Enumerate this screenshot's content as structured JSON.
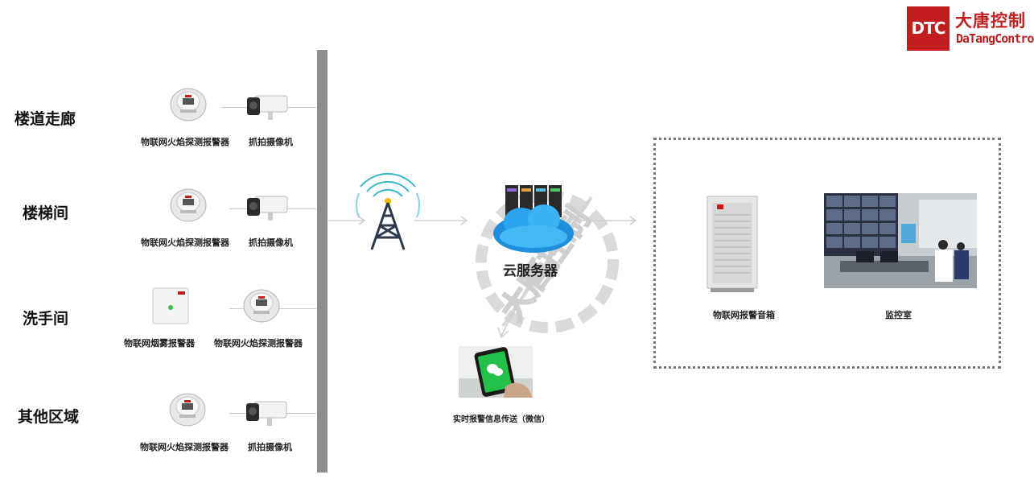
{
  "logo": {
    "mark": "DTC",
    "name_cn": "大唐控制",
    "name_en": "DaTangControl",
    "color": "#c21e1e"
  },
  "watermark": {
    "text": "大唐控制"
  },
  "zones": [
    {
      "label": "楼道走廊",
      "devices": [
        "物联网火焰探测报警器",
        "抓拍摄像机"
      ]
    },
    {
      "label": "楼梯间",
      "devices": [
        "物联网火焰探测报警器",
        "抓拍摄像机"
      ]
    },
    {
      "label": "洗手间",
      "devices": [
        "物联网烟雾报警器",
        "物联网火焰探测报警器"
      ]
    },
    {
      "label": "其他区域",
      "devices": [
        "物联网火焰探测报警器",
        "抓拍摄像机"
      ]
    }
  ],
  "cloud": {
    "label": "云服务器"
  },
  "phone": {
    "label": "实时报警信息传送（微信）"
  },
  "monitor_box": {
    "speaker_label": "物联网报警音箱",
    "room_label": "监控室"
  },
  "icons": [
    "flame-detector-icon",
    "camera-icon",
    "smoke-detector-icon",
    "antenna-tower-icon",
    "cloud-server-icon",
    "phone-wechat-icon",
    "speaker-icon",
    "monitor-room-photo"
  ]
}
